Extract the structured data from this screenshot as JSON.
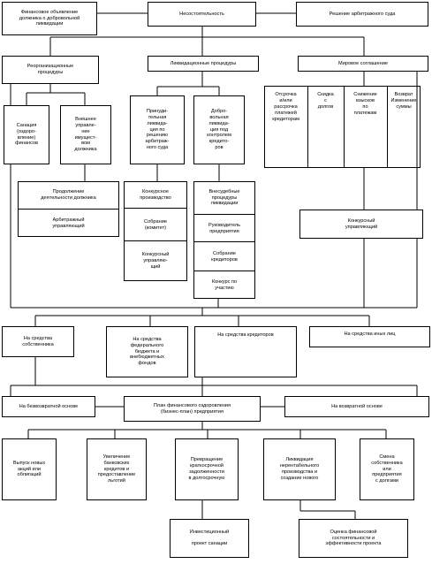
{
  "top": {
    "financial": "Финансовое объявление\nдолжника о добровольной\nликвидации",
    "insolvency": "Несостоятельность",
    "court": "Решение арбитражного суда"
  },
  "row2": {
    "reorg": "Реорганизационные\nпроцедуры",
    "liquidation": "Ликвидационные процедуры",
    "settlement": "Мировое соглашение"
  },
  "reorg_children": {
    "sanation": "Санация\n(оздоро-\nвление)\nфинансов",
    "external": "Внешнее\nуправле-\nние\nимущест-\nвом\nдолжника"
  },
  "liq_children": {
    "forced": "Принуди-\nтельная\nликвида-\nция по\nрешению\nарбитраж-\nного суда",
    "voluntary": "Добро-\nвольная\nликвида-\nция под\nконтролем\nкредито-\nров"
  },
  "settlement_children": {
    "deferral": "Отсрочка\nи/или\nрассрочка\nплатежей\nкредиторам",
    "discount": "Скидка\nс\nдолгов",
    "reduction": "Снижение\nвзысков\nпо\nплатежам",
    "return": "Возврат\nИзменение\nсуммы"
  },
  "reorg_list": {
    "continue": "Продолжение\nдеятельности должника",
    "manager": "Арбитражный\nуправляющий"
  },
  "forced_list": {
    "proceeding": "Конкурсное\nпроизводство",
    "meeting": "Собрание\n(комитет)",
    "manager": "Конкурсный\nуправляю-\nщий"
  },
  "voluntary_list": {
    "extrajudicial": "Внесудебные\nпроцедуры\nликвидации",
    "head": "Руководитель\nпредприятия",
    "creditors": "Собрание\nкредиторов",
    "tender": "Конкурс по\nучастию"
  },
  "settlement_manager": "Конкурсный\nуправляющий",
  "funding": {
    "own": "На средства\nсобственника",
    "budget": "На средства\nфедерального\nбюджета и\nвнебюджетных\nфондов",
    "creditors": "На средства кредиторов",
    "others": "На средства иных лиц"
  },
  "plan_row": {
    "nonreturn": "На безвозвратной основе",
    "plan": "План финансового оздоровления\n(бизнес-план) предприятия",
    "return": "На возвратной основе"
  },
  "measures": {
    "shares": "Выпуск новых\nакций или\nоблигаций",
    "credits": "Увеличение\nбанковских\nкредитов и\nпредоставление\nльготий",
    "debt": "Превращение\nкраткосрочной\nзадолженности\nв долгосрочную",
    "liquidate": "Ликвидация\nнерентабельного\nпроизводства и\nсоздание нового",
    "change": "Смена\nсобственника\nили\nпредприятия\nс долгами"
  },
  "bottom": {
    "investment": "Инвестиционный\n\nпроект санации",
    "evaluation": "Оценка финансовой\nсостоятельности и\nэффективности проекта"
  }
}
